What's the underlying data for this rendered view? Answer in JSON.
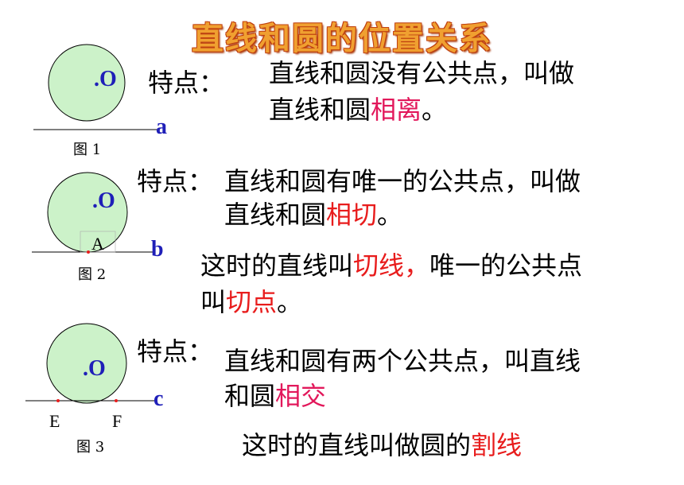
{
  "title": "直线和圆的位置关系",
  "figures": [
    {
      "center_label": ".O",
      "line_label": "a",
      "caption": "图 1",
      "feature_label": "特点：",
      "description_line1": "直线和圆没有公共点，叫做",
      "description_line2_prefix": "直线和圆",
      "term": "相离",
      "description_line2_suffix": "。"
    },
    {
      "center_label": ".O",
      "point_label": "A",
      "line_label": "b",
      "caption": "图 2",
      "feature_label": "特点：",
      "description_line1": "直线和圆有唯一的公共点，叫做",
      "description_line2_prefix": "直线和圆",
      "term": "相切",
      "description_line2_suffix": "。",
      "extra_line1_prefix": "这时的直线叫",
      "extra_term1": "切线，",
      "extra_line1_suffix": "唯一的公共点",
      "extra_line2_prefix": "叫",
      "extra_term2": "切点",
      "extra_line2_suffix": "。"
    },
    {
      "center_label": ".O",
      "point_labels": [
        "E",
        "F"
      ],
      "line_label": "c",
      "caption": "图 3",
      "feature_label": "特点：",
      "description_line1": "直线和圆有两个公共点，叫直线",
      "description_line2_prefix": "和圆",
      "term": "相交",
      "extra_prefix": "这时的直线叫做圆的",
      "extra_term": "割线"
    }
  ],
  "colors": {
    "circle_fill": "#ccf2c9",
    "circle_stroke": "#000000",
    "label_blue": "#1f1fb8",
    "term_pink": "#e2185b",
    "term_red": "#e81c1c",
    "point_red": "#e81c1c"
  }
}
